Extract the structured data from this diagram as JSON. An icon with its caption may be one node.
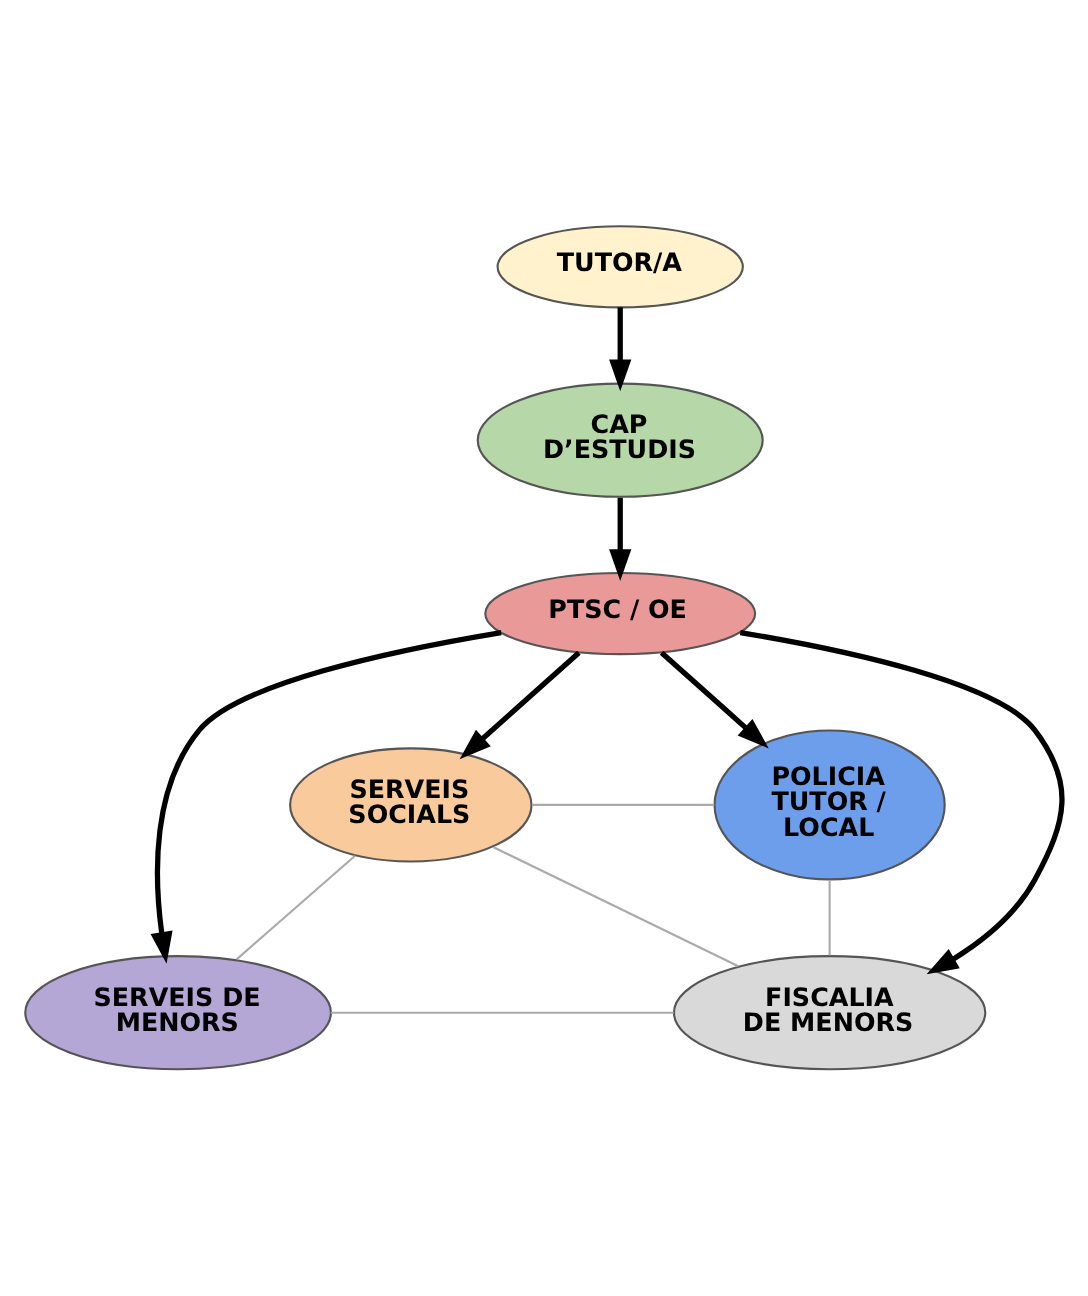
{
  "diagram": {
    "nodes": [
      {
        "text": [
          "TUTOR/A"
        ]
      },
      {
        "text": [
          "CAP D’ESTUDIS"
        ]
      },
      {
        "text": [
          "PTSC / OE"
        ]
      },
      {
        "text": [
          "SERVEIS SOCIALS"
        ]
      },
      {
        "text": [
          "POLICIA TUTOR / LOCAL"
        ]
      },
      {
        "text": [
          "SERVEIS DE MENORS"
        ]
      },
      {
        "text": [
          "FISCALIA DE MENORS"
        ]
      }
    ],
    "edges": [
      {
        "from": 0,
        "to": 1,
        "arrow": "to"
      },
      {
        "from": 1,
        "to": 2,
        "arrow": "to"
      },
      {
        "from": 2,
        "to": 3,
        "arrow": "to"
      },
      {
        "from": 2,
        "to": 4,
        "arrow": "to"
      },
      {
        "from": 2,
        "to": 5,
        "arrow": "to"
      },
      {
        "from": 2,
        "to": 6,
        "arrow": "to"
      },
      {
        "from": 3,
        "to": 4,
        "arrow": "none",
        "color": "#aaaaaa"
      },
      {
        "from": 3,
        "to": 5,
        "arrow": "none",
        "color": "#aaaaaa"
      },
      {
        "from": 3,
        "to": 6,
        "arrow": "none",
        "color": "#aaaaaa"
      },
      {
        "from": 5,
        "to": 6,
        "arrow": "none",
        "color": "#aaaaaa"
      },
      {
        "from": 4,
        "to": 6,
        "arrow": "none",
        "color": "#aaaaaa"
      }
    ]
  }
}
